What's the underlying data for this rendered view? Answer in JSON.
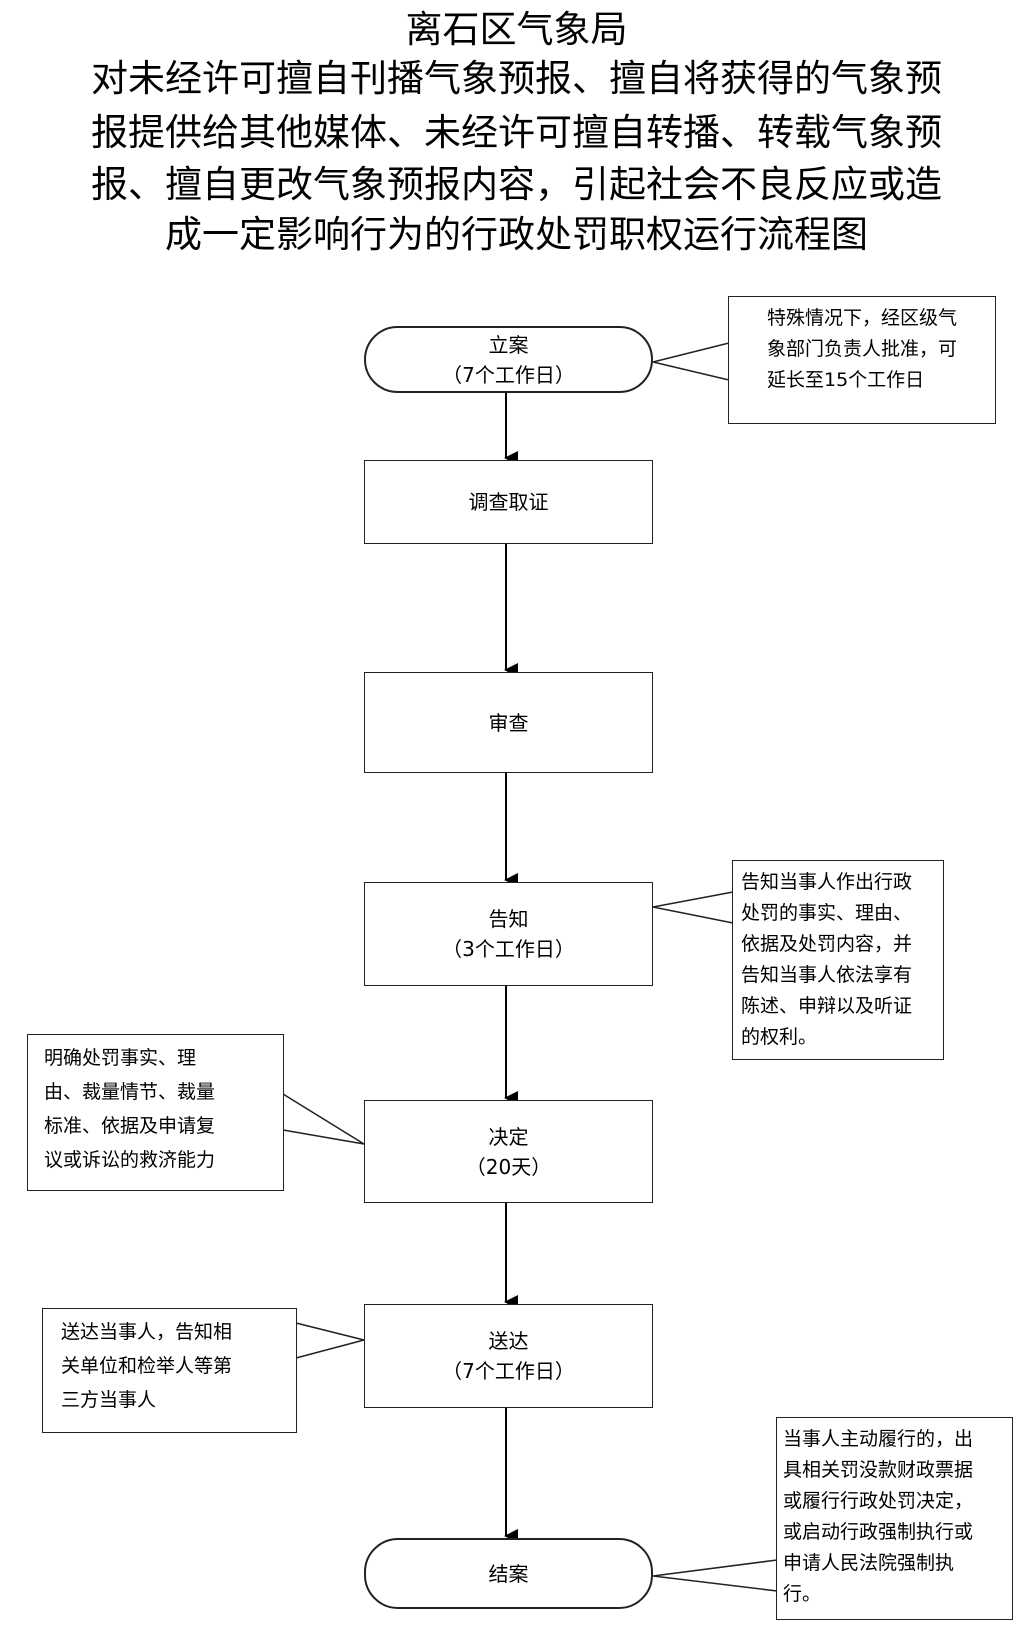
{
  "title": {
    "org": "离石区气象局",
    "lines": [
      "对未经许可擅自刊播气象预报、擅自将获得的气象预",
      "报提供给其他媒体、未经许可擅自转播、转载气象预",
      "报、擅自更改气象预报内容，引起社会不良反应或造",
      "成一定影响行为的行政处罚职权运行流程图"
    ]
  },
  "steps": [
    {
      "label": "立案",
      "sub": "（7个工作日）"
    },
    {
      "label": "调查取证",
      "sub": ""
    },
    {
      "label": "审查",
      "sub": ""
    },
    {
      "label": "告知",
      "sub": "（3个工作日）"
    },
    {
      "label": "决定",
      "sub": "（20天）"
    },
    {
      "label": "送达",
      "sub": "（7个工作日）"
    },
    {
      "label": "结案",
      "sub": ""
    }
  ],
  "notes": {
    "filing": "特殊情况下，经区级气\n象部门负责人批准，可\n延长至15个工作日",
    "notify": "告知当事人作出行政\n处罚的事实、理由、\n依据及处罚内容，并\n告知当事人依法享有\n陈述、申辩以及听证\n的权利。",
    "decision": "明确处罚事实、理\n由、裁量情节、裁量\n标准、依据及申请复\n议或诉讼的救济能力",
    "delivery": "送达当事人，告知相\n关单位和检举人等第\n三方当事人",
    "close": "当事人主动履行的，出\n具相关罚没款财政票据\n或履行行政处罚决定，\n或启动行政强制执行或\n申请人民法院强制执\n行。"
  }
}
